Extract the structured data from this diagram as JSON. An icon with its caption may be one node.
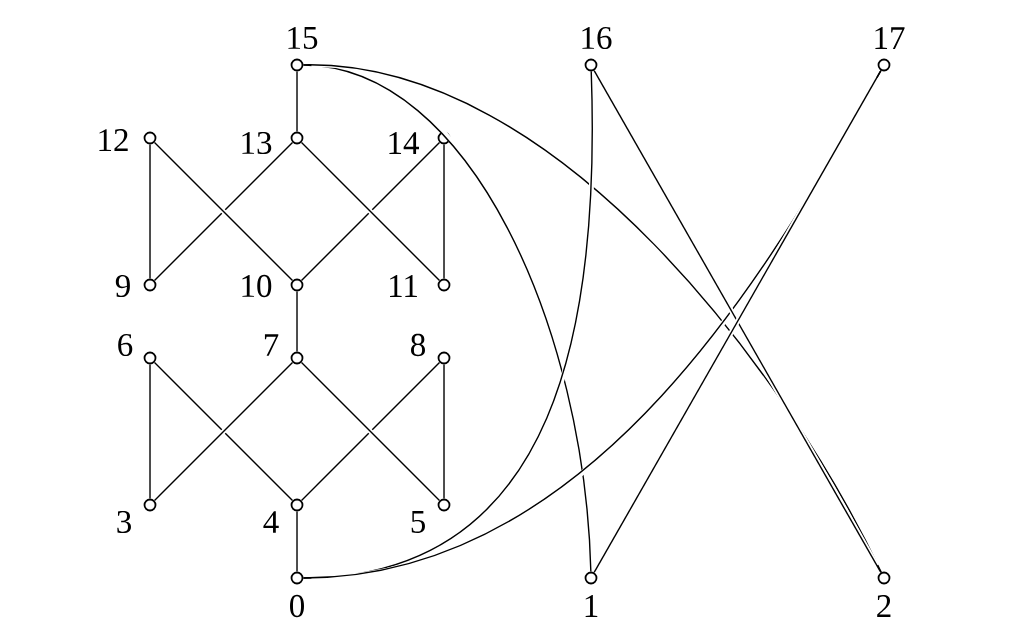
{
  "diagram": {
    "nodes": [
      {
        "text": [],
        "shape": "circle",
        "beside": [
          "0"
        ]
      },
      {
        "text": [],
        "shape": "circle",
        "beside": [
          "1"
        ]
      },
      {
        "text": [],
        "shape": "circle",
        "beside": [
          "2"
        ]
      },
      {
        "text": [],
        "shape": "circle",
        "beside": [
          "3"
        ]
      },
      {
        "text": [],
        "shape": "circle",
        "beside": [
          "4"
        ]
      },
      {
        "text": [],
        "shape": "circle",
        "beside": [
          "5"
        ]
      },
      {
        "text": [],
        "shape": "circle",
        "beside": [
          "6"
        ]
      },
      {
        "text": [],
        "shape": "circle",
        "beside": [
          "7"
        ]
      },
      {
        "text": [],
        "shape": "circle",
        "beside": [
          "8"
        ]
      },
      {
        "text": [],
        "shape": "circle",
        "beside": [
          "9"
        ]
      },
      {
        "text": [],
        "shape": "circle",
        "beside": [
          "10"
        ]
      },
      {
        "text": [],
        "shape": "circle",
        "beside": [
          "11"
        ]
      },
      {
        "text": [],
        "shape": "circle",
        "beside": [
          "12"
        ]
      },
      {
        "text": [],
        "shape": "circle",
        "beside": [
          "13"
        ]
      },
      {
        "text": [],
        "shape": "circle",
        "beside": [
          "14"
        ]
      },
      {
        "text": [],
        "shape": "circle",
        "beside": [
          "15"
        ]
      },
      {
        "text": [],
        "shape": "circle",
        "beside": [
          "16"
        ]
      },
      {
        "text": [],
        "shape": "circle",
        "beside": [
          "17"
        ]
      }
    ],
    "edges": [
      {
        "from": 0,
        "to": 4,
        "arrow": "none"
      },
      {
        "from": 4,
        "to": 6,
        "arrow": "none"
      },
      {
        "from": 4,
        "to": 8,
        "arrow": "none"
      },
      {
        "from": 3,
        "to": 6,
        "arrow": "none"
      },
      {
        "from": 3,
        "to": 7,
        "arrow": "none"
      },
      {
        "from": 5,
        "to": 7,
        "arrow": "none"
      },
      {
        "from": 5,
        "to": 8,
        "arrow": "none"
      },
      {
        "from": 7,
        "to": 10,
        "arrow": "none"
      },
      {
        "from": 9,
        "to": 12,
        "arrow": "none"
      },
      {
        "from": 9,
        "to": 13,
        "arrow": "none"
      },
      {
        "from": 10,
        "to": 12,
        "arrow": "none"
      },
      {
        "from": 10,
        "to": 14,
        "arrow": "none"
      },
      {
        "from": 11,
        "to": 13,
        "arrow": "none"
      },
      {
        "from": 11,
        "to": 14,
        "arrow": "none"
      },
      {
        "from": 13,
        "to": 15,
        "arrow": "none"
      },
      {
        "from": 15,
        "to": 1,
        "arrow": "none"
      },
      {
        "from": 15,
        "to": 2,
        "arrow": "none"
      },
      {
        "from": 0,
        "to": 16,
        "arrow": "none"
      },
      {
        "from": 0,
        "to": 17,
        "arrow": "none"
      },
      {
        "from": 16,
        "to": 2,
        "arrow": "none"
      },
      {
        "from": 17,
        "to": 1,
        "arrow": "none"
      }
    ]
  }
}
